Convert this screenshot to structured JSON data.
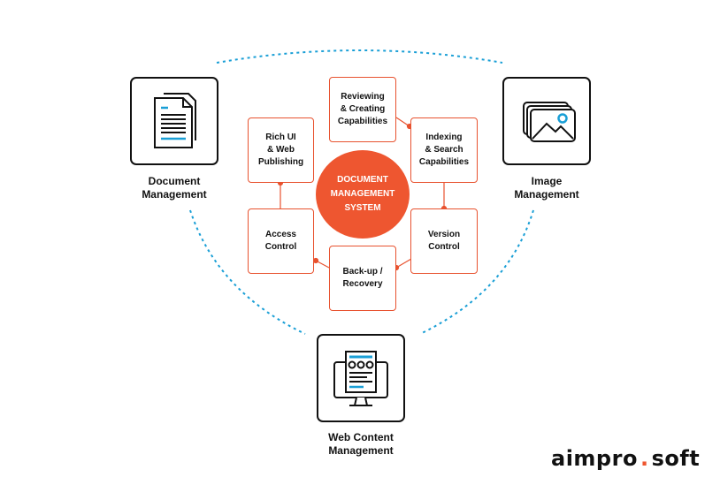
{
  "center": [
    "DOCUMENT",
    "MANAGEMENT",
    "SYSTEM"
  ],
  "features": {
    "reviewing": [
      "Reviewing",
      "& Creating",
      "Capabilities"
    ],
    "indexing": [
      "Indexing",
      "& Search",
      "Capabilities"
    ],
    "rich_ui": [
      "Rich UI",
      "& Web",
      "Publishing"
    ],
    "access": [
      "Access",
      "Control"
    ],
    "version": [
      "Version",
      "Control"
    ],
    "backup": [
      "Back-up /",
      "Recovery"
    ]
  },
  "modules": {
    "document": [
      "Document",
      "Management"
    ],
    "image": [
      "Image",
      "Management"
    ],
    "web": [
      "Web Content",
      "Management"
    ]
  },
  "icons": {
    "document": "document-stack-icon",
    "image": "image-stack-icon",
    "web": "web-monitor-icon"
  },
  "logo": {
    "part1": "aimpro",
    "dot": ".",
    "part2": "soft"
  },
  "colors": {
    "accent": "#ee5630",
    "dashed": "#1a9fd6",
    "stroke": "#111111"
  }
}
